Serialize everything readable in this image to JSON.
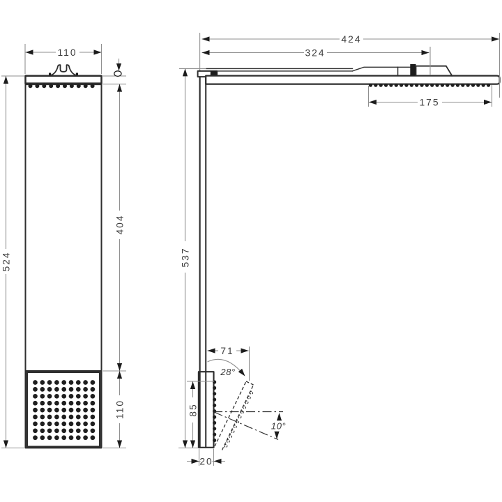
{
  "drawing": {
    "type": "technical-dimension-drawing",
    "subject": "wall-mounted shower panel, front and side elevation with millimetre dimensions",
    "background": "#ffffff",
    "line_color": "#2e2e2e",
    "dim_line_color": "#8f8f8f",
    "text_color": "#3d3d3d",
    "front_view": {
      "name": "front elevation",
      "dimensions": {
        "width": "110",
        "overall_height": "524",
        "upper_body_height": "404",
        "lower_body_height": "110"
      }
    },
    "side_view": {
      "name": "side elevation",
      "dimensions": {
        "overall_depth": "424",
        "depth_to_control": "324",
        "overhead_spray_length": "175",
        "overall_height": "537",
        "lower_spray_offset": "71",
        "lower_spray_tilt": "28°",
        "lower_spray_height": "85",
        "spray_cone_angle": "10°",
        "panel_depth": "20"
      }
    }
  }
}
